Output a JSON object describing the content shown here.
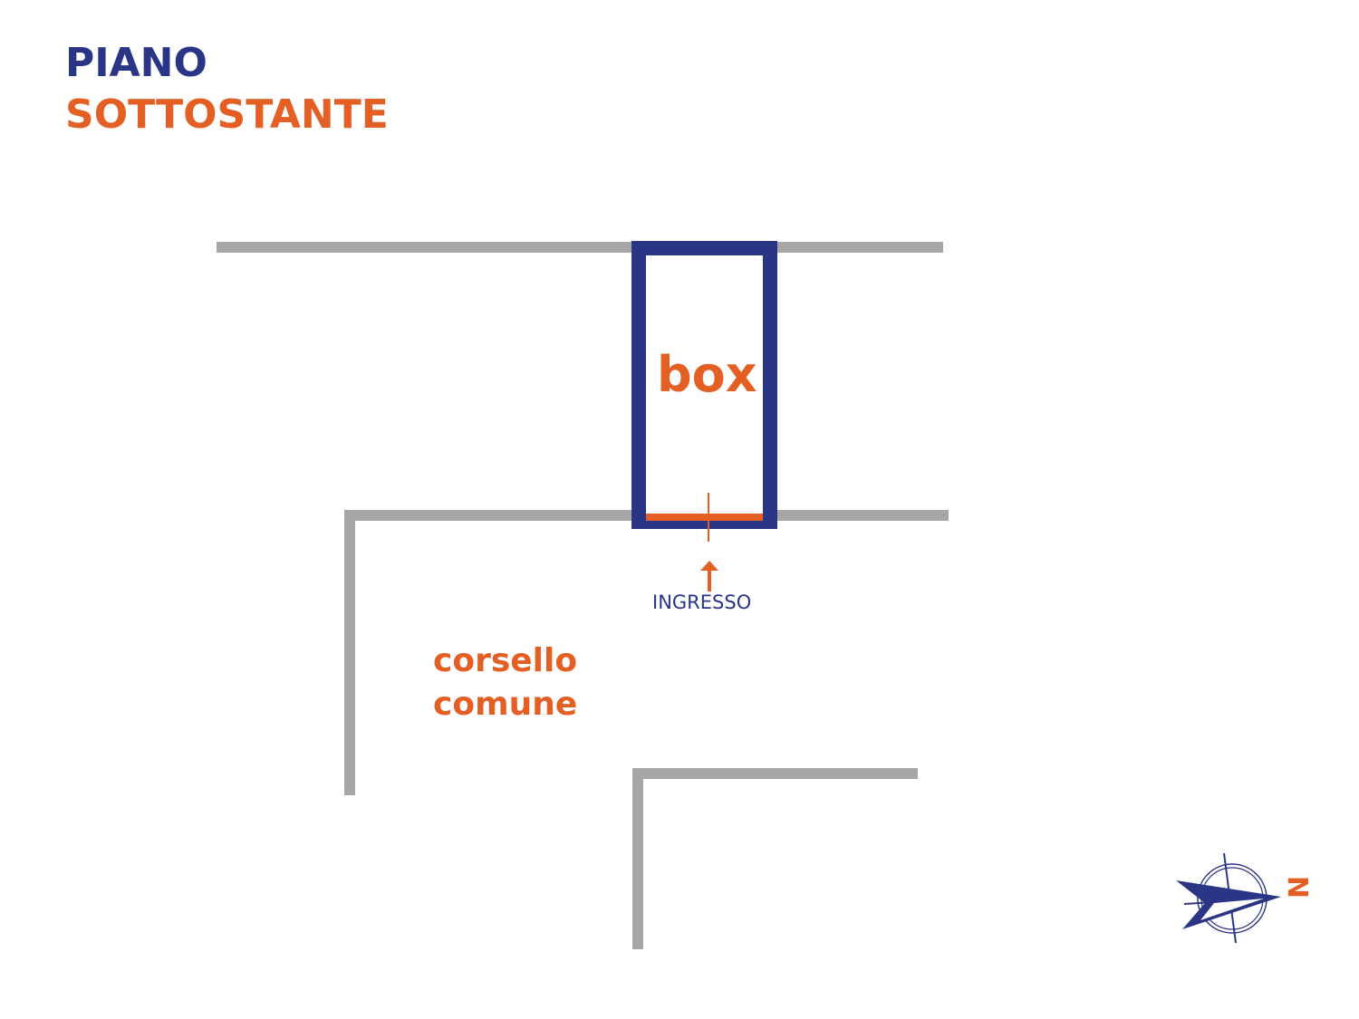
{
  "title": {
    "line1": "PIANO",
    "line2": "SOTTOSTANTE"
  },
  "labels": {
    "box": "box",
    "entrance": "INGRESSO",
    "aisle_line1": "corsello",
    "aisle_line2": "comune",
    "north": "N"
  },
  "colors": {
    "navy": "#2b3585",
    "orange": "#e35f24",
    "wall": "#a6a6a6"
  },
  "icons": {
    "compass": "compass-rose-icon",
    "arrow": "arrow-up-icon"
  }
}
